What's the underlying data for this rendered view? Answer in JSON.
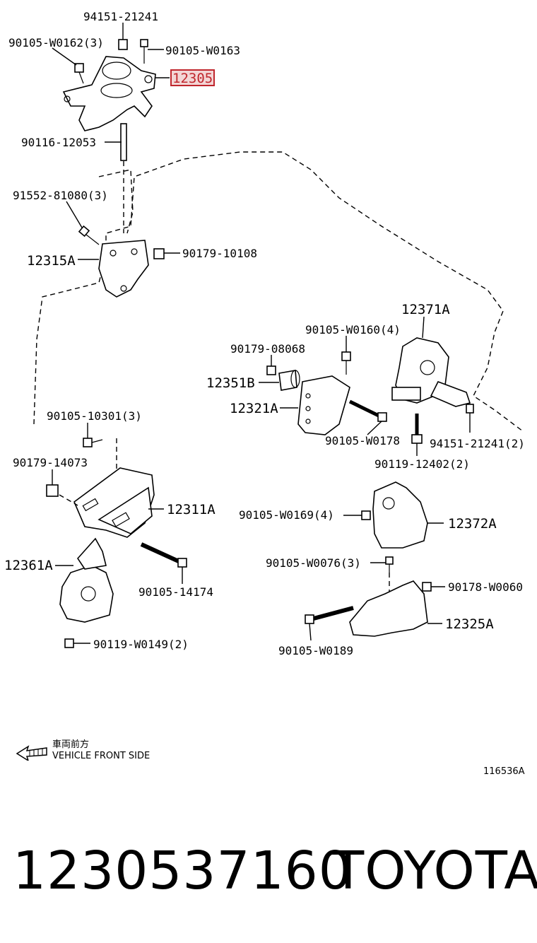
{
  "diagram": {
    "labels": {
      "l94151_21241": "94151-21241",
      "l90105_W0162": "90105-W0162(3)",
      "l90105_W0163": "90105-W0163",
      "l12305": "12305",
      "l90116_12053": "90116-12053",
      "l91552_81080": "91552-81080(3)",
      "l12315A": "12315A",
      "l90179_10108": "90179-10108",
      "l12371A": "12371A",
      "l90105_W0160": "90105-W0160(4)",
      "l90179_08068": "90179-08068",
      "l12351B": "12351B",
      "l12321A": "12321A",
      "l90105_W0178": "90105-W0178",
      "l94151_21241_2": "94151-21241(2)",
      "l90119_12402": "90119-12402(2)",
      "l90105_10301": "90105-10301(3)",
      "l90179_14073": "90179-14073",
      "l12311A": "12311A",
      "l12361A": "12361A",
      "l90105_14174": "90105-14174",
      "l90119_W0149": "90119-W0149(2)",
      "l90105_W0169": "90105-W0169(4)",
      "l12372A": "12372A",
      "l90105_W0076": "90105-W0076(3)",
      "l90178_W0060": "90178-W0060",
      "l12325A": "12325A",
      "l90105_W0189": "90105-W0189"
    },
    "highlight_color": "#c0262d"
  },
  "legend": {
    "japanese": "車両前方",
    "english": "VEHICLE FRONT SIDE"
  },
  "figure_code": "116536A",
  "footer": {
    "part_number": "1230537160",
    "brand": "TOYOTA"
  }
}
